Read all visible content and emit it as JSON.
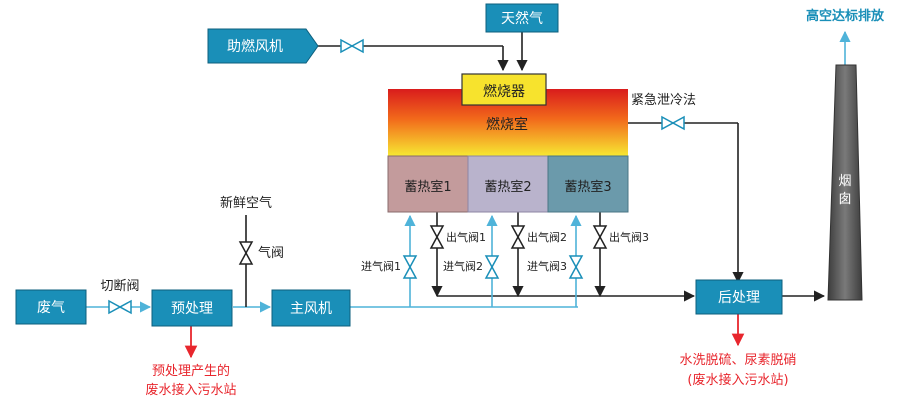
{
  "nodes": {
    "burner_fan": "助燃风机",
    "natural_gas": "天然气",
    "burner": "燃烧器",
    "chamber": "燃烧室",
    "regen1": "蓄热室1",
    "regen2": "蓄热室2",
    "regen3": "蓄热室3",
    "exhaust_gas": "废气",
    "pretreatment": "预处理",
    "main_fan": "主风机",
    "posttreatment": "后处理",
    "chimney": "烟囱"
  },
  "labels": {
    "shutoff_valve": "切断阀",
    "fresh_air": "新鲜空气",
    "air_valve": "气阀",
    "emergency_vent": "紧急泄冷法",
    "high_stack": "高空达标排放",
    "inlet1": "进气阀1",
    "inlet2": "进气阀2",
    "inlet3": "进气阀3",
    "outlet1": "出气阀1",
    "outlet2": "出气阀2",
    "outlet3": "出气阀3",
    "pre_waste_1": "预处理产生的",
    "pre_waste_2": "废水接入污水站",
    "post_waste_1": "水洗脱硫、尿素脱硝",
    "post_waste_2": "(废水接入污水站)"
  },
  "colors": {
    "box_fill": "#1a8fb8",
    "box_stroke": "#0d5f7d",
    "flow_blue": "#4fb3d9",
    "flow_black": "#222222",
    "alert_red": "#e8262d",
    "valve_blue": "#1a8fb8",
    "regen1_fill": "#c39b9c",
    "regen2_fill": "#b9b3cc",
    "regen3_fill": "#6b9aab",
    "chimney_fill": "#555555"
  }
}
